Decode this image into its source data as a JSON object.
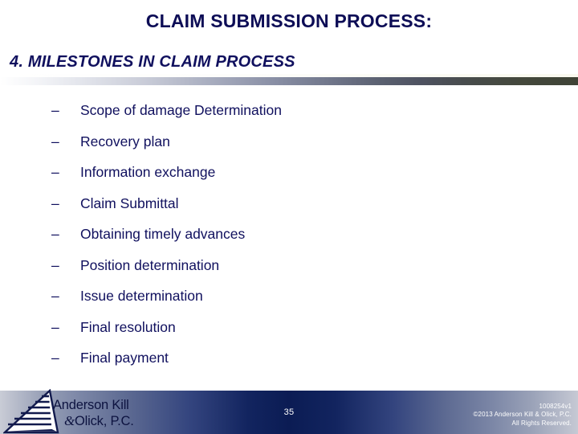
{
  "slide": {
    "title": "CLAIM SUBMISSION PROCESS:",
    "subtitle": "4. MILESTONES IN CLAIM PROCESS",
    "title_color": "#0d0d56",
    "body_color": "#10105e",
    "background_color": "#ffffff"
  },
  "bullets": {
    "dash": "–",
    "items": [
      {
        "label": "Scope of damage Determination"
      },
      {
        "label": "Recovery plan"
      },
      {
        "label": "Information exchange"
      },
      {
        "label": "Claim Submittal"
      },
      {
        "label": "Obtaining timely advances"
      },
      {
        "label": "Position determination"
      },
      {
        "label": "Issue determination"
      },
      {
        "label": "Final resolution"
      },
      {
        "label": "Final payment"
      }
    ]
  },
  "footer": {
    "page_number": "35",
    "doc_id": "1008254v1",
    "copyright": "©2013 Anderson Kill & Olick, P.C.",
    "rights": "All Rights Reserved.",
    "bar_center_color": "#0b1c54",
    "bar_edge_color": "#c9ccd6",
    "page_number_color": "#ffffff"
  },
  "logo": {
    "line1": "Anderson Kill",
    "ampersand": "&",
    "line2": "Olick, P.C.",
    "mark_name": "anderson-kill-pyramid-mark",
    "mark_color": "#121a4d"
  }
}
